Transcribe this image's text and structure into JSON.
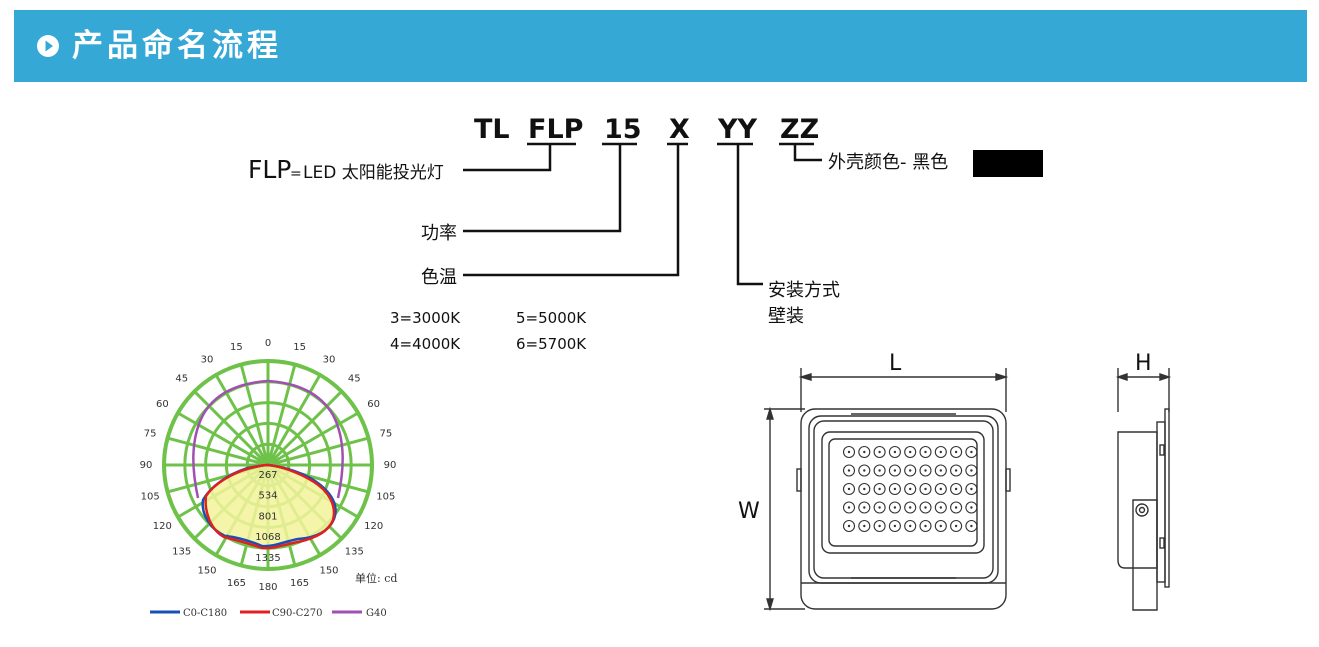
{
  "header": {
    "title": "产品命名流程",
    "accent_color": "#35a8d6",
    "icon": "play-circle-icon"
  },
  "model_code": {
    "segments": [
      "TL",
      "FLP",
      "15",
      "X",
      "YY",
      "ZZ"
    ],
    "labels": {
      "flp": "LED 太阳能投光灯",
      "flp_prefix": "FLP",
      "flp_eq": "=",
      "power": "功率",
      "color_temp": "色温",
      "mounting_title": "安装方式",
      "mounting_value": "壁装",
      "housing": "外壳颜色- 黑色",
      "housing_swatch_color": "#000000"
    },
    "color_temp_options": [
      "3=3000K",
      "5=5000K",
      "4=4000K",
      "6=5700K"
    ]
  },
  "polar_chart": {
    "angle_labels_left": [
      "180",
      "165",
      "150",
      "135",
      "120",
      "105",
      "90",
      "75",
      "60",
      "45",
      "30",
      "15",
      "0"
    ],
    "angle_labels_right": [
      "165",
      "150",
      "135",
      "120",
      "105",
      "90",
      "75",
      "60",
      "45",
      "30",
      "15"
    ],
    "radial_labels": [
      "267",
      "534",
      "801",
      "1068",
      "1335"
    ],
    "unit": "单位: cd",
    "legend": [
      {
        "name": "C0-C180",
        "color": "#1a4fb5"
      },
      {
        "name": "C90-C270",
        "color": "#e02020"
      },
      {
        "name": "G40",
        "color": "#a050b0"
      }
    ],
    "grid_color": "#6ec24a"
  },
  "dimensions": {
    "L": "L",
    "W": "W",
    "H": "H"
  }
}
